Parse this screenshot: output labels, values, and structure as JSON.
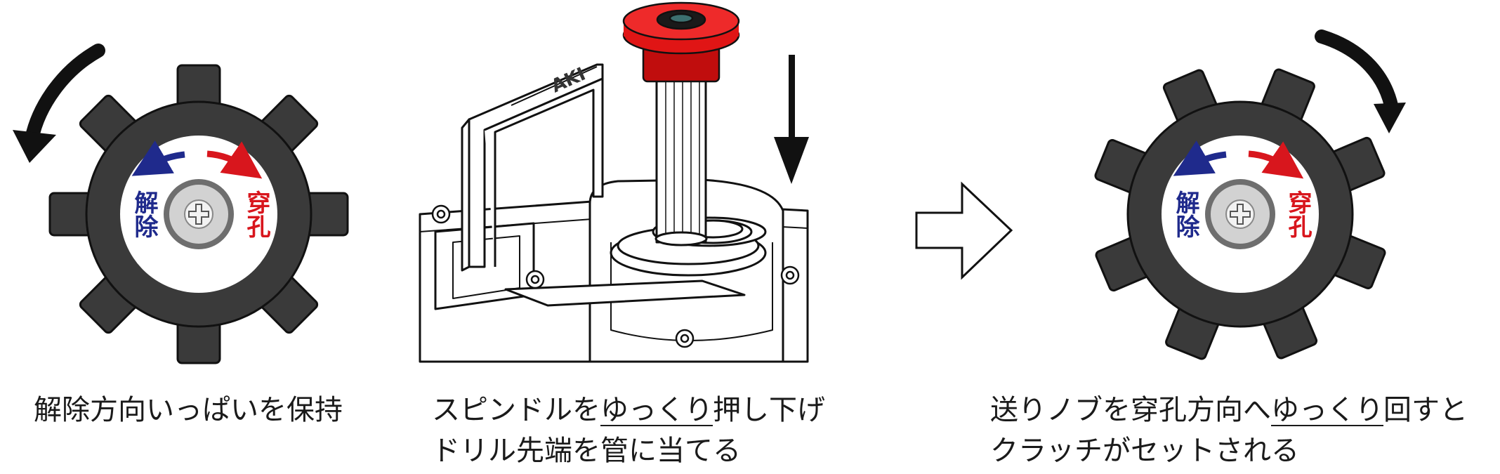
{
  "knob_labels": {
    "release": "解除",
    "drill": "穿孔"
  },
  "engraving": "AKI",
  "captions": {
    "step1": "解除方向いっぱいを保持",
    "step2_line1_a": "スピンドルを",
    "step2_line1_u": "ゆっくり",
    "step2_line1_b": "押し下げ",
    "step2_line2": "ドリル先端を管に当てる",
    "step3_line1_a": "送りノブを穿孔方向へ",
    "step3_line1_u": "ゆっくり",
    "step3_line1_b": "回すと",
    "step3_line2": "クラッチがセットされる"
  },
  "colors": {
    "knob": "#3a3a3a",
    "release_blue": "#1f2a8c",
    "drill_red": "#d8161d",
    "cap_red": "#d41010",
    "ink": "#111111"
  }
}
